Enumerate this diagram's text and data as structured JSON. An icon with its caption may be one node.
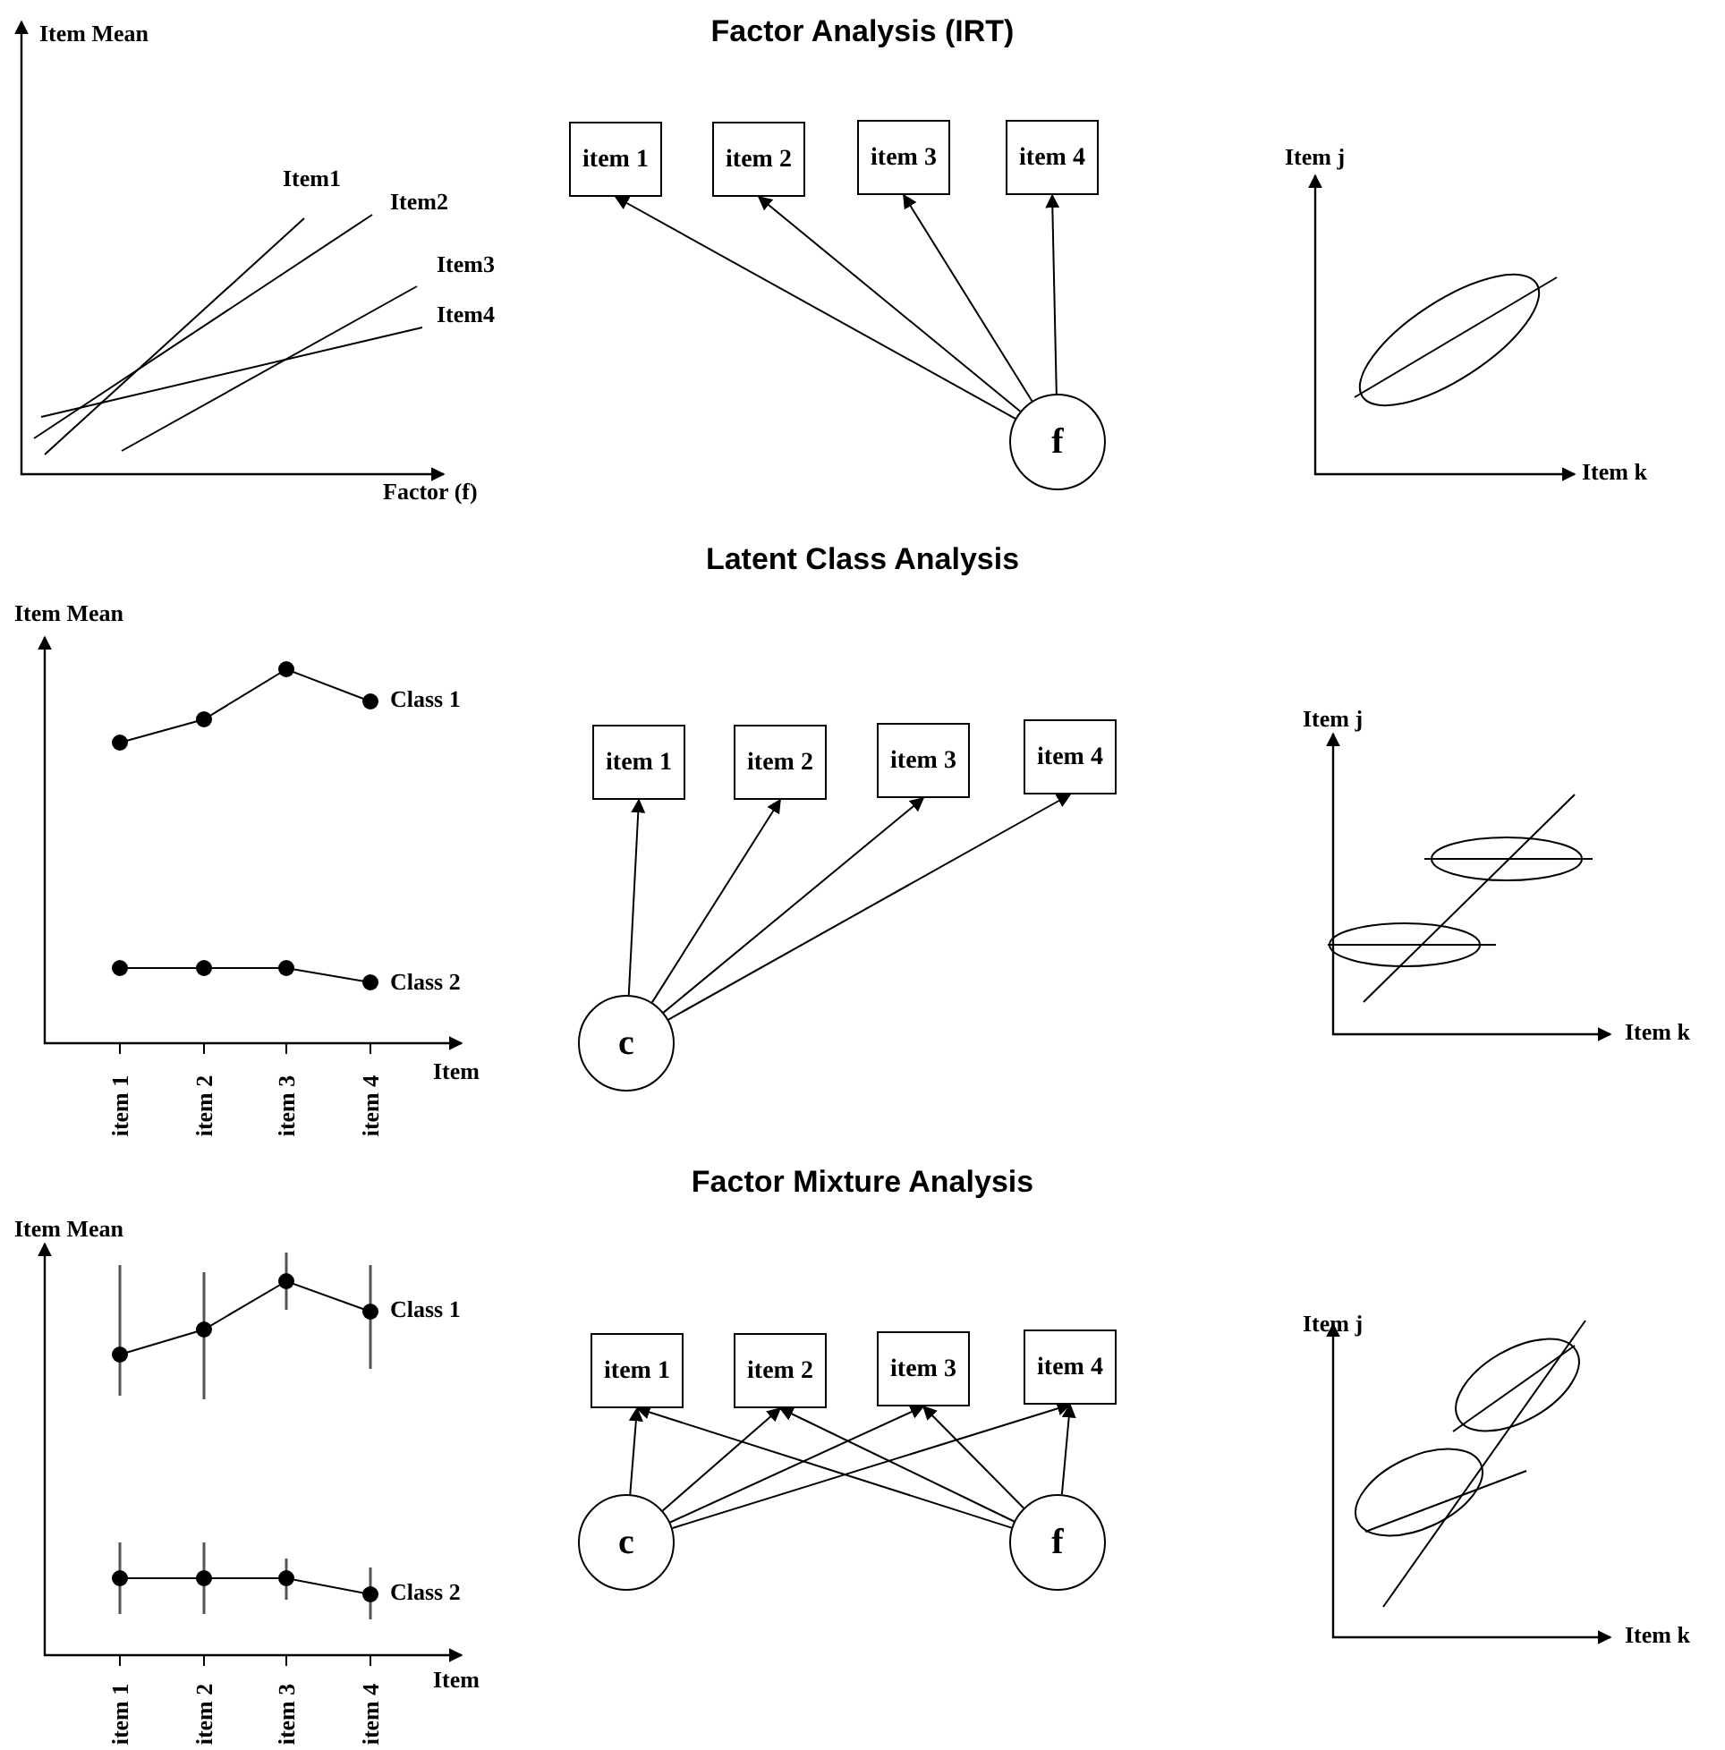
{
  "diagram": {
    "nodes": [
      {
        "text": [
          "item 1"
        ]
      },
      {
        "text": [
          "item 2"
        ]
      },
      {
        "text": [
          "item 3"
        ]
      },
      {
        "text": [
          "item 4"
        ]
      },
      {
        "text": [
          "f"
        ]
      },
      {
        "text": [
          "item 1"
        ]
      },
      {
        "text": [
          "item 2"
        ]
      },
      {
        "text": [
          "item 3"
        ]
      },
      {
        "text": [
          "item 4"
        ]
      },
      {
        "text": [
          "c"
        ]
      },
      {
        "text": [
          "item 1"
        ]
      },
      {
        "text": [
          "item 2"
        ]
      },
      {
        "text": [
          "item 3"
        ]
      },
      {
        "text": [
          "item 4"
        ]
      },
      {
        "text": [
          "c"
        ]
      },
      {
        "text": [
          "f"
        ]
      }
    ],
    "edges": [
      {
        "from": 4,
        "to": 0,
        "arrow": "to"
      },
      {
        "from": 4,
        "to": 1,
        "arrow": "to"
      },
      {
        "from": 4,
        "to": 2,
        "arrow": "to"
      },
      {
        "from": 4,
        "to": 3,
        "arrow": "to"
      },
      {
        "from": 9,
        "to": 5,
        "arrow": "to"
      },
      {
        "from": 9,
        "to": 6,
        "arrow": "to"
      },
      {
        "from": 9,
        "to": 7,
        "arrow": "to"
      },
      {
        "from": 9,
        "to": 8,
        "arrow": "to"
      },
      {
        "from": 14,
        "to": 10,
        "arrow": "to"
      },
      {
        "from": 14,
        "to": 11,
        "arrow": "to"
      },
      {
        "from": 14,
        "to": 12,
        "arrow": "to"
      },
      {
        "from": 14,
        "to": 13,
        "arrow": "to"
      },
      {
        "from": 15,
        "to": 10,
        "arrow": "to"
      },
      {
        "from": 15,
        "to": 11,
        "arrow": "to"
      },
      {
        "from": 15,
        "to": 12,
        "arrow": "to"
      },
      {
        "from": 15,
        "to": 13,
        "arrow": "to"
      }
    ],
    "labels": [
      "Factor Analysis (IRT)",
      "Item Mean",
      "Item1",
      "Item2",
      "Item3",
      "Item4",
      "Factor (f)",
      "Item j",
      "Item k",
      "Latent Class Analysis",
      "Item Mean",
      "Class 1",
      "Class 2",
      "Item",
      "item 1",
      "item 2",
      "item 3",
      "item 4",
      "Item j",
      "Item k",
      "Factor Mixture Analysis",
      "Item Mean",
      "Class 1",
      "Class 2",
      "Item",
      "item 1",
      "item 2",
      "item 3",
      "item 4",
      "Item j",
      "Item k"
    ]
  }
}
